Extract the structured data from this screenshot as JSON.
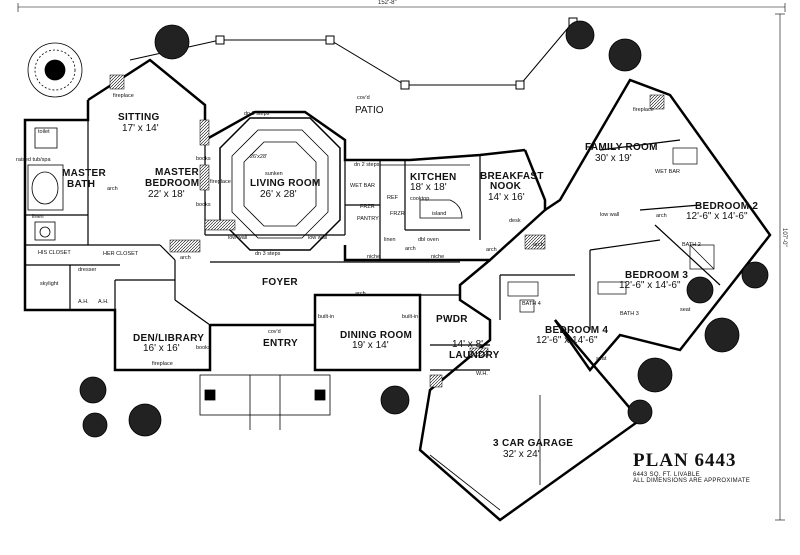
{
  "plan": {
    "title": "PLAN 6443",
    "subtitle_1": "6443 SQ. FT. LIVABLE",
    "subtitle_2": "ALL DIMENSIONS ARE APPROXIMATE",
    "overall_width": "152'-8\"",
    "overall_depth": "107'-0\""
  },
  "rooms": {
    "sitting": {
      "name": "SITTING",
      "dim": "17' x 14'"
    },
    "master_bedroom": {
      "name": "MASTER",
      "name2": "BEDROOM",
      "dim": "22' x 18'"
    },
    "master_bath": {
      "name": "MASTER",
      "name2": "BATH"
    },
    "living_room": {
      "note": "26'x28'",
      "note2": "sunken",
      "name": "LIVING ROOM",
      "dim": "26' x 28'"
    },
    "kitchen": {
      "name": "KITCHEN",
      "dim": "18' x 18'"
    },
    "breakfast_nook": {
      "name": "BREAKFAST",
      "name2": "NOOK",
      "dim": "14' x 16'"
    },
    "family_room": {
      "name": "FAMILY ROOM",
      "dim": "30' x 19'"
    },
    "bedroom2": {
      "name": "BEDROOM 2",
      "dim": "12'-6\" x 14'-6\""
    },
    "bedroom3": {
      "name": "BEDROOM 3",
      "dim": "12'-6\" x 14'-6\""
    },
    "bedroom4": {
      "name": "BEDROOM 4",
      "dim": "12'-6\" x 14'-6\""
    },
    "foyer": {
      "name": "FOYER"
    },
    "den_library": {
      "name": "DEN/LIBRARY",
      "dim": "16' x 16'"
    },
    "entry": {
      "note": "cov'd",
      "name": "ENTRY"
    },
    "dining_room": {
      "name": "DINING ROOM",
      "dim": "19' x 14'"
    },
    "pwdr": {
      "name": "PWDR"
    },
    "laundry": {
      "dim": "14' x 8'",
      "name": "LAUNDRY"
    },
    "garage": {
      "name": "3 CAR GARAGE",
      "dim": "32' x 24'"
    },
    "patio": {
      "note": "cov'd",
      "name": "PATIO"
    },
    "pantry": {
      "name": "PANTRY"
    }
  },
  "small_labels": {
    "fireplace": "fireplace",
    "arch": "arch",
    "books": "books",
    "niche": "niche",
    "low_wall": "low wall",
    "dn_2_steps": "dn 2 steps",
    "dn_3_steps": "dn 3 steps",
    "wet_bar": "WET BAR",
    "frzr": "FRZR",
    "ref": "REF",
    "cooktop": "cooktop",
    "island": "island",
    "dbl_oven": "dbl oven",
    "linen": "linen",
    "desk": "desk",
    "seat": "seat",
    "his_closet": "HIS CLOSET",
    "her_closet": "HER CLOSET",
    "dresser": "dresser",
    "skylight": "skylight",
    "ah": "A.H.",
    "bath2": "BATH 2",
    "bath3": "BATH 3",
    "bath4": "BATH 4",
    "toilet": "toilet",
    "raised_tub": "raised tub/spa",
    "built_in": "built-in",
    "wh": "W.H."
  }
}
